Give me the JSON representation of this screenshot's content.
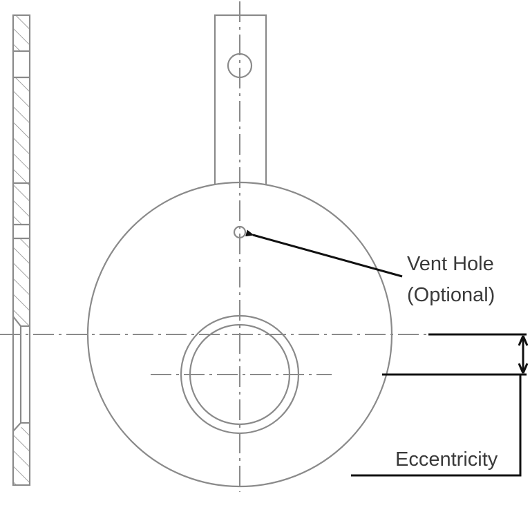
{
  "labels": {
    "vent_hole_line1": "Vent Hole",
    "vent_hole_line2": "(Optional)",
    "eccentricity": "Eccentricity"
  },
  "colors": {
    "part_line": "#8a8a8a",
    "dimension_line": "#111111",
    "label_text": "#3a3a3a"
  }
}
